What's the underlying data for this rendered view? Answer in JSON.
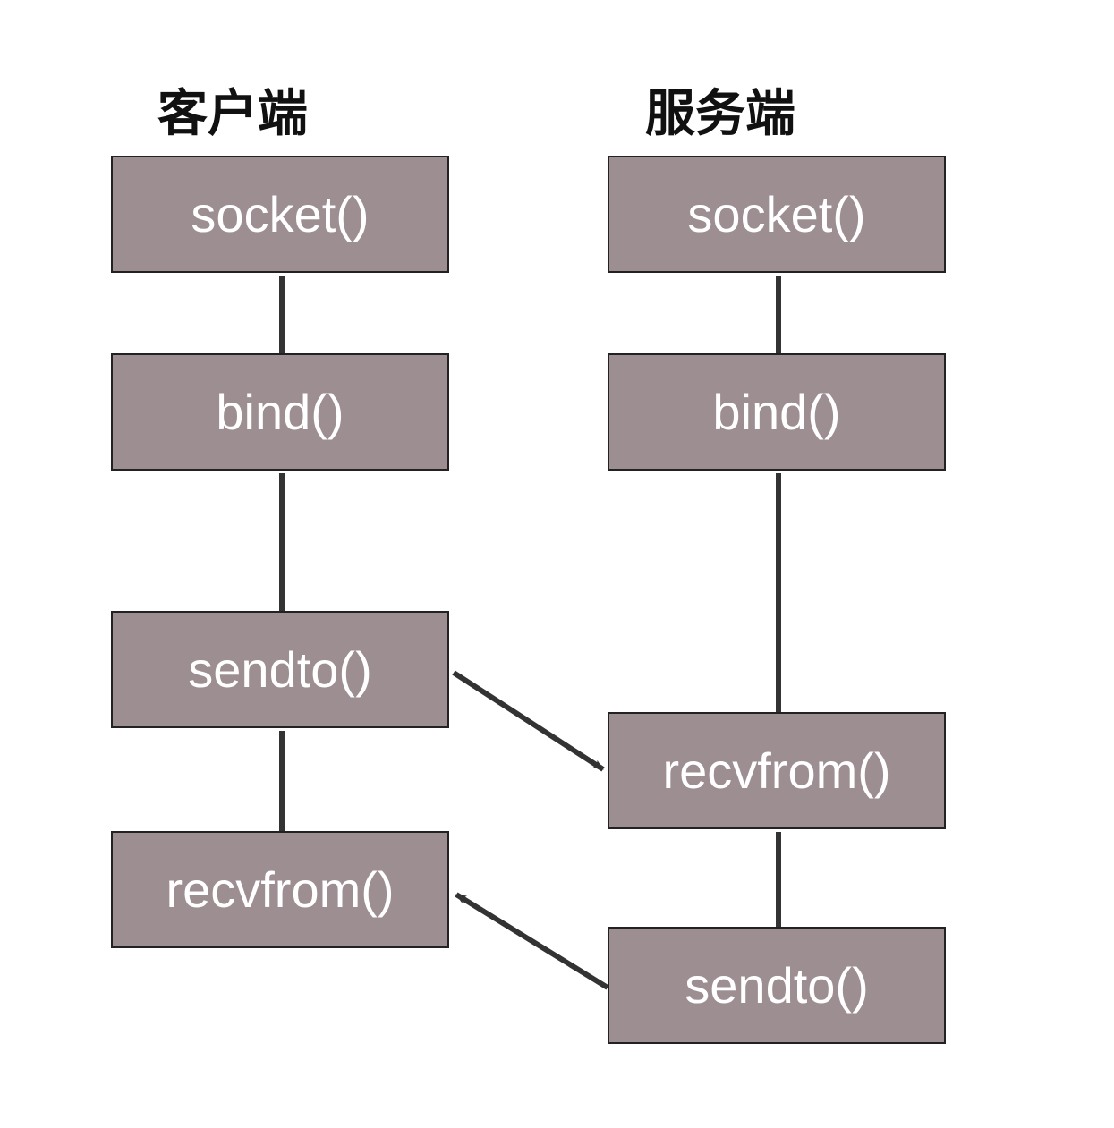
{
  "client": {
    "heading": "客户端",
    "nodes": {
      "socket": "socket()",
      "bind": "bind()",
      "sendto": "sendto()",
      "recvfrom": "recvfrom()"
    }
  },
  "server": {
    "heading": "服务端",
    "nodes": {
      "socket": "socket()",
      "bind": "bind()",
      "recvfrom": "recvfrom()",
      "sendto": "sendto()"
    }
  },
  "colors": {
    "node_fill": "#9d8e92",
    "line": "#333333",
    "text": "#ffffff"
  }
}
